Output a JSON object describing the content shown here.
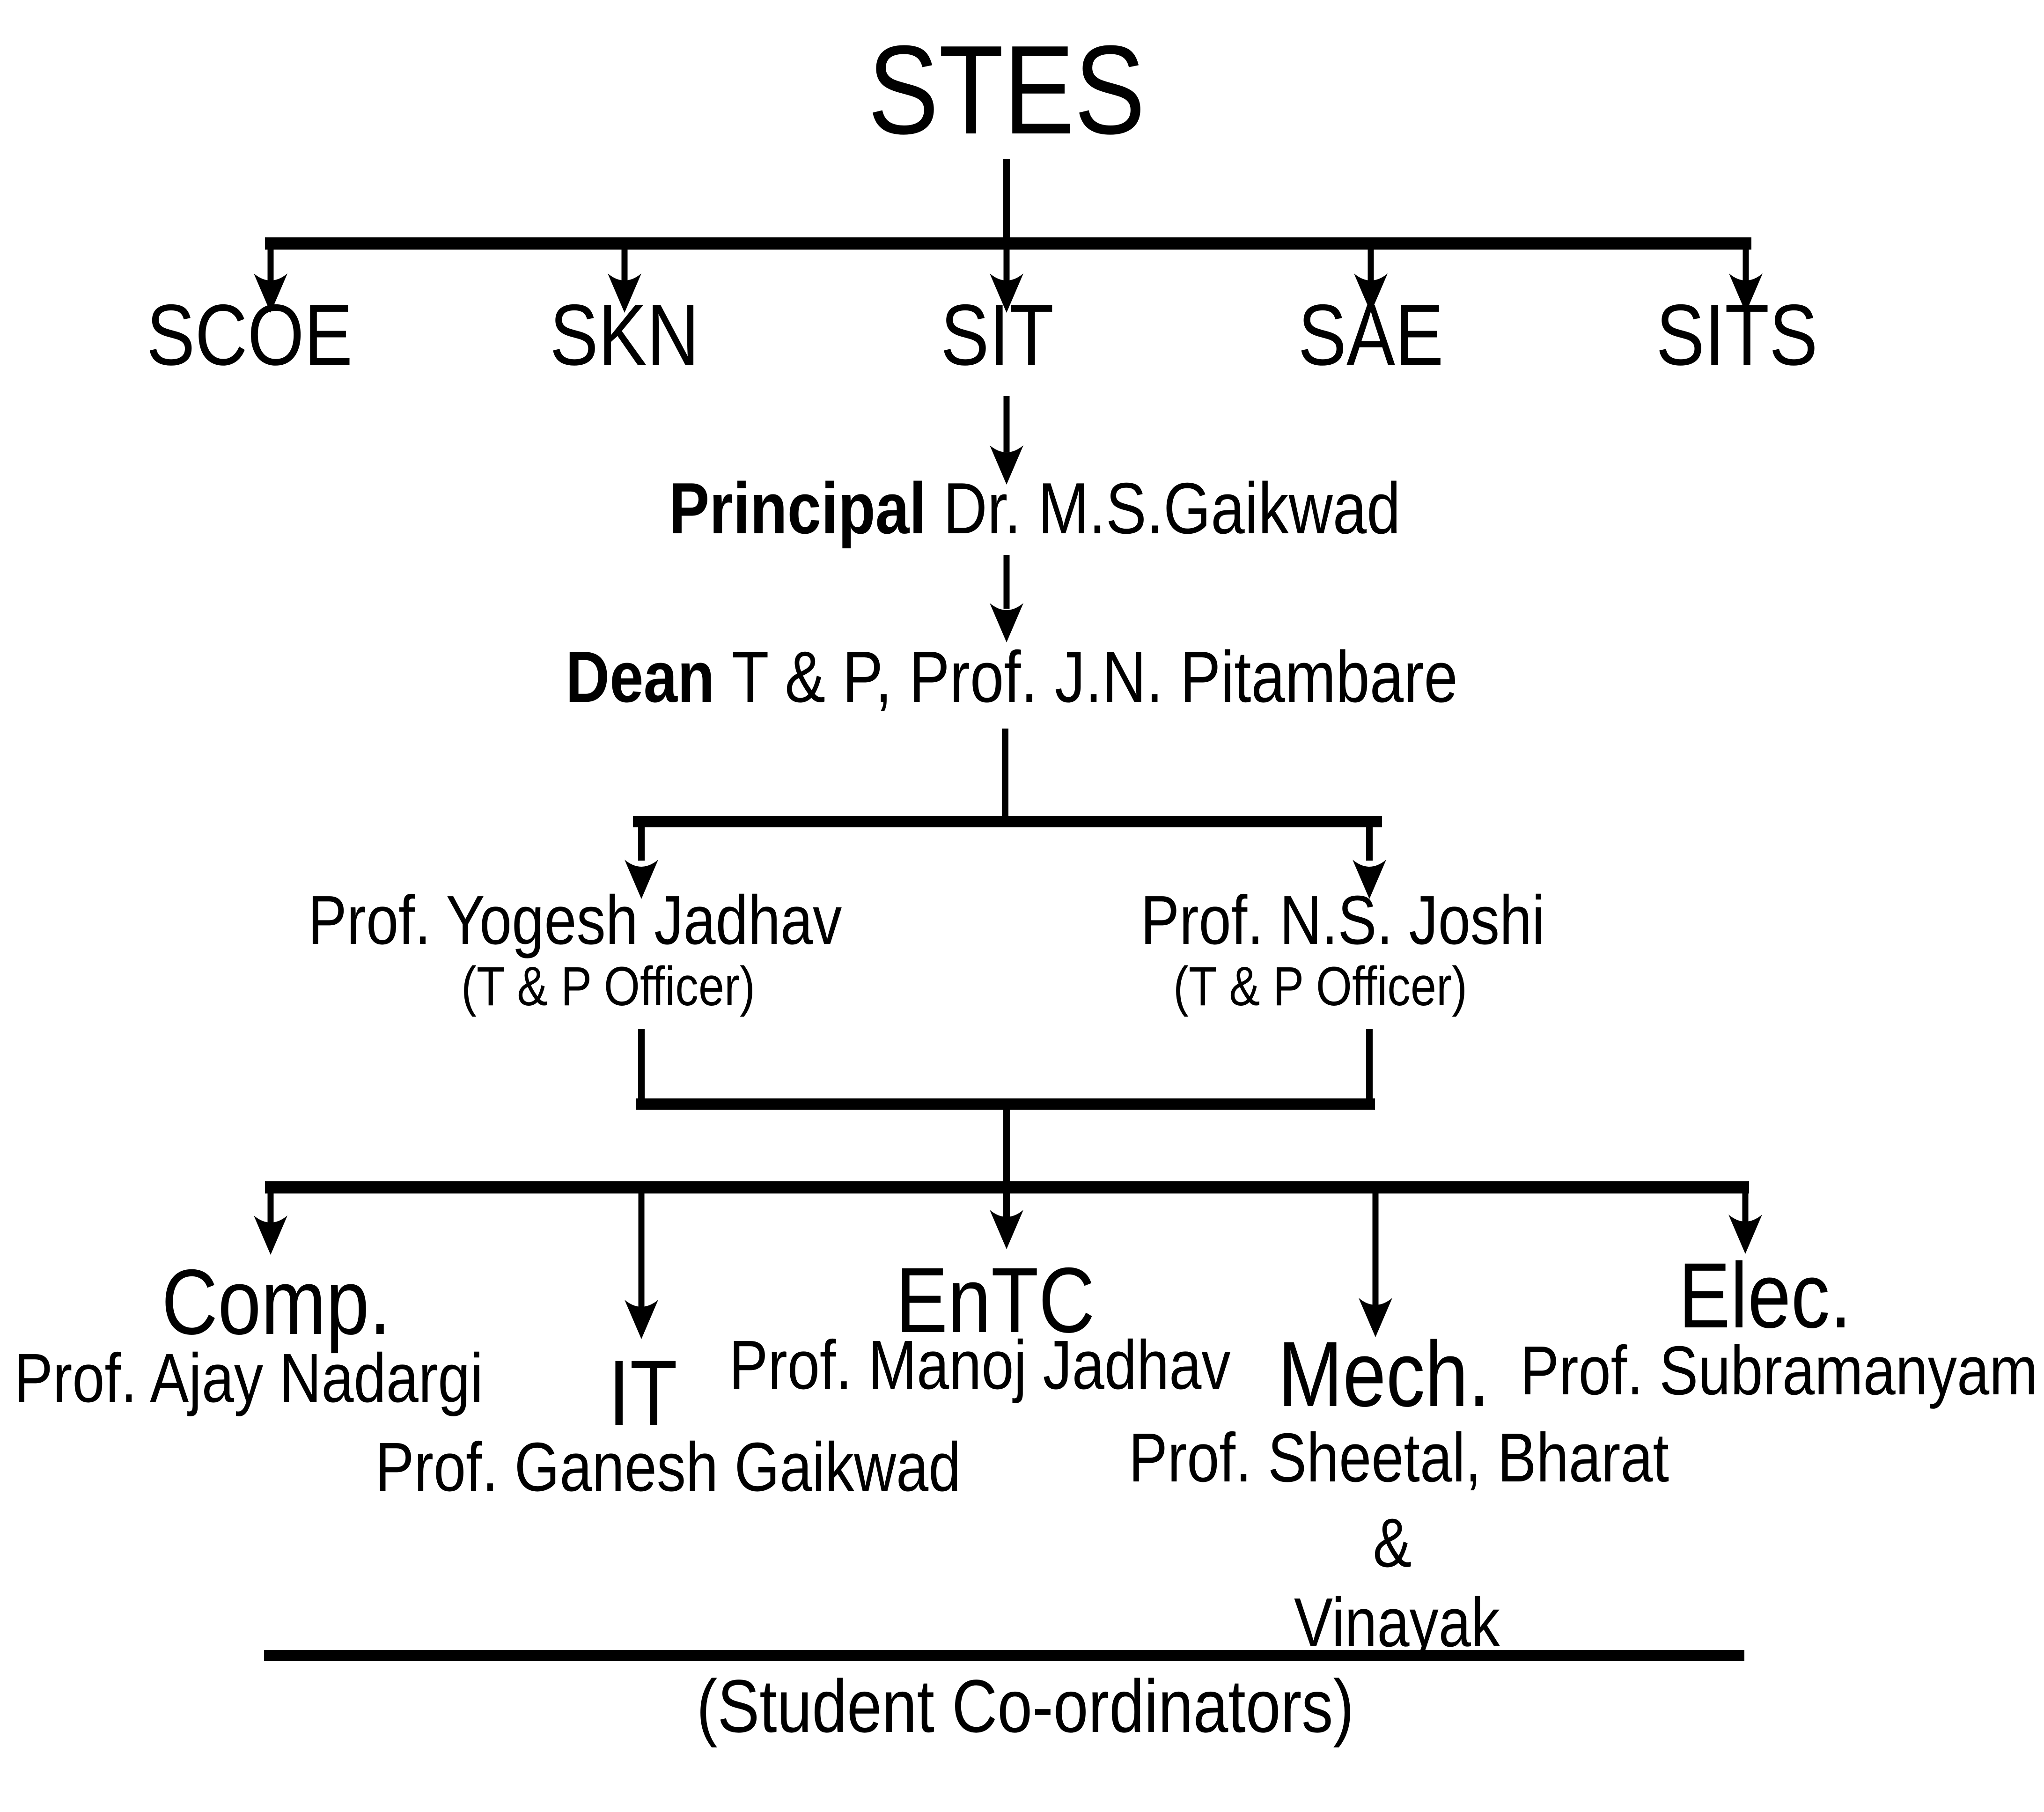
{
  "title": {
    "label": "STES"
  },
  "institutes": [
    {
      "label": "SCOE"
    },
    {
      "label": "SKN"
    },
    {
      "label": "SIT"
    },
    {
      "label": "SAE"
    },
    {
      "label": "SITS"
    }
  ],
  "principal": {
    "role": "Principal",
    "name": "Dr. M.S.Gaikwad"
  },
  "dean": {
    "role": "Dean",
    "name": "T & P,  Prof.  J.N. Pitambare"
  },
  "officers": [
    {
      "name": "Prof. Yogesh Jadhav",
      "role": "(T & P Officer)"
    },
    {
      "name": "Prof. N.S. Joshi",
      "role": "(T & P Officer)"
    }
  ],
  "departments": [
    {
      "label": "Comp.",
      "coordinator": "Prof. Ajay Nadargi"
    },
    {
      "label": "IT",
      "coordinator": "Prof. Ganesh Gaikwad"
    },
    {
      "label": "EnTC",
      "coordinator": "Prof. Manoj Jadhav"
    },
    {
      "label": "Mech.",
      "coordinator": "Prof. Sheetal, Bharat",
      "coordinator_cont": "&",
      "coordinator_cont2": "Vinayak"
    },
    {
      "label": "Elec.",
      "coordinator": "Prof. Subramanyam"
    }
  ],
  "footer": {
    "label": "(Student Co-ordinators)"
  },
  "colors": {
    "line": "#000000",
    "text": "#000000",
    "background": "#ffffff"
  }
}
